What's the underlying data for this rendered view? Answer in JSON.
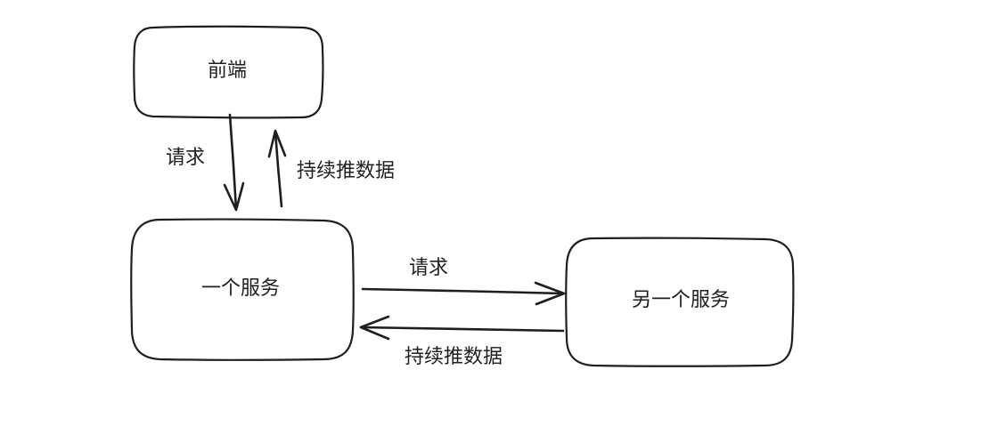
{
  "nodes": {
    "frontend": "前端",
    "service": "一个服务",
    "other_service": "另一个服务"
  },
  "edges": {
    "frontend_to_service": "请求",
    "service_to_frontend": "持续推数据",
    "service_to_other": "请求",
    "other_to_service": "持续推数据"
  },
  "colors": {
    "stroke": "#1e1e1e",
    "background": "#ffffff"
  }
}
